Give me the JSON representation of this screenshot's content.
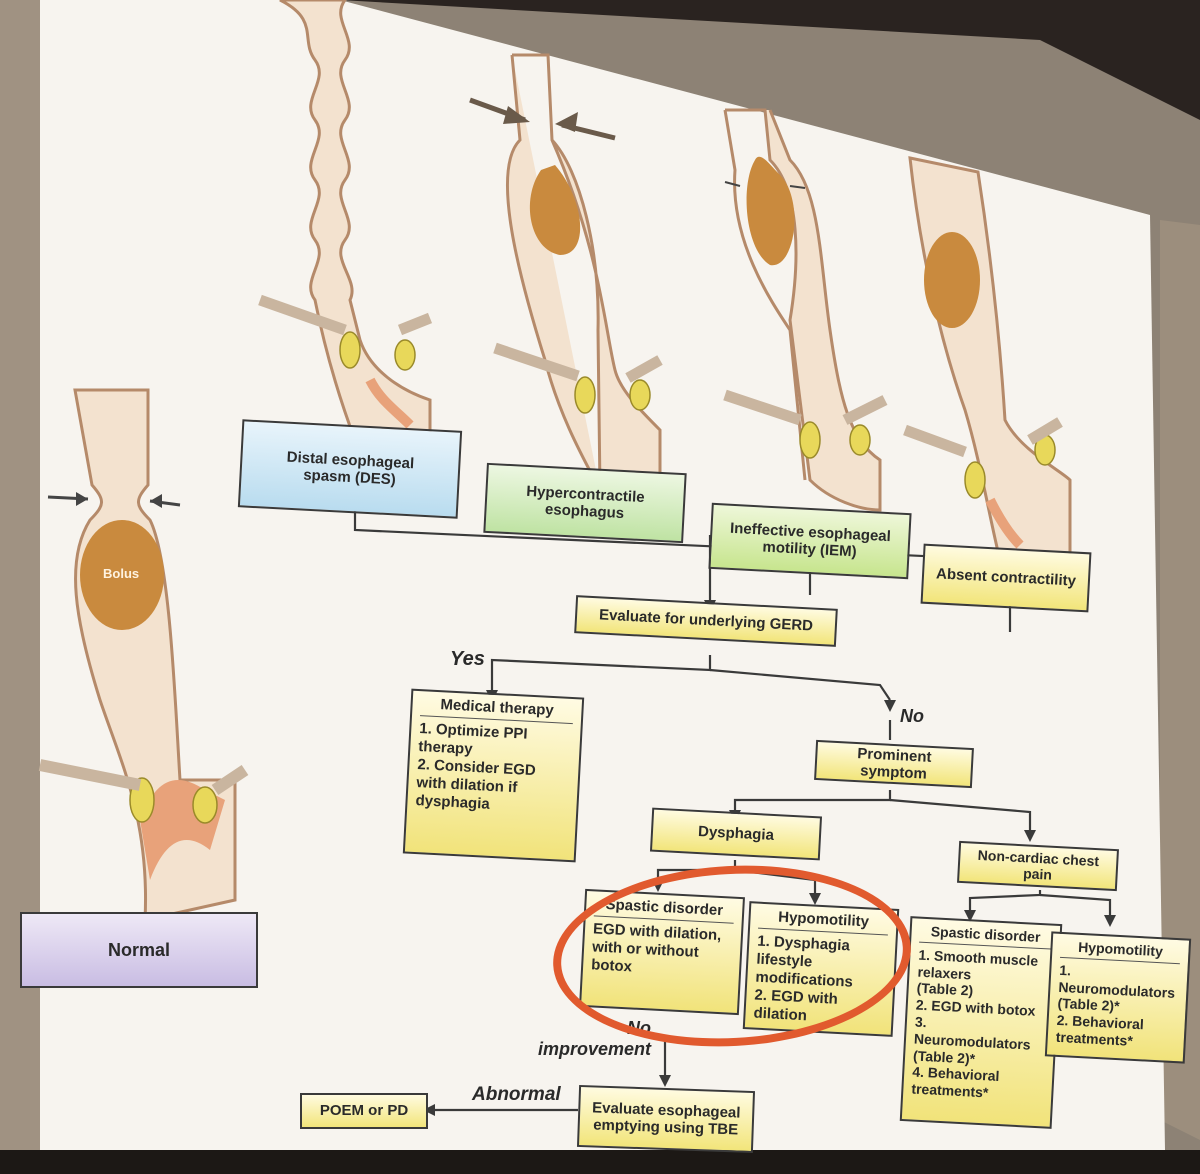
{
  "top_boxes": {
    "des": "Distal esophageal\nspasm (DES)",
    "hyper": "Hypercontractile\nesophagus",
    "iem": "Ineffective esophageal\nmotility (IEM)",
    "absent": "Absent contractility"
  },
  "normal_box": "Normal",
  "bolus_label": "Bolus",
  "gerd_box": "Evaluate for underlying GERD",
  "yes_label": "Yes",
  "no_label": "No",
  "medical_therapy": {
    "title": "Medical therapy",
    "body": "1. Optimize PPI\n    therapy\n2. Consider EGD\n    with dilation if\n    dysphagia"
  },
  "prominent_symptom": "Prominent symptom",
  "dysphagia": "Dysphagia",
  "noncardiac": "Non-cardiac chest pain",
  "spastic_left": {
    "title": "Spastic disorder",
    "body": "EGD with dilation,\nwith or without\nbotox"
  },
  "hypomotility_left": {
    "title": "Hypomotility",
    "body": "1. Dysphagia\n    lifestyle\n    modifications\n2. EGD with dilation"
  },
  "spastic_right": {
    "title": "Spastic disorder",
    "body": "1. Smooth muscle\n    relaxers\n    (Table 2)\n2. EGD with botox\n3. Neuromodulators\n    (Table 2)*\n4. Behavioral\n    treatments*"
  },
  "hypomotility_right": {
    "title": "Hypomotility",
    "body": "1. Neuromodulators\n    (Table 2)*\n2. Behavioral\n    treatments*"
  },
  "no_improvement": "No\nimprovement",
  "abnormal_label": "Abnormal",
  "evaluate_tbe": "Evaluate esophageal\nemptying using TBE",
  "poem": "POEM or PD",
  "colors": {
    "highlight_oval": "#e15a2e",
    "bolus": "#c98a3e",
    "muscle": "#e8a27a"
  }
}
